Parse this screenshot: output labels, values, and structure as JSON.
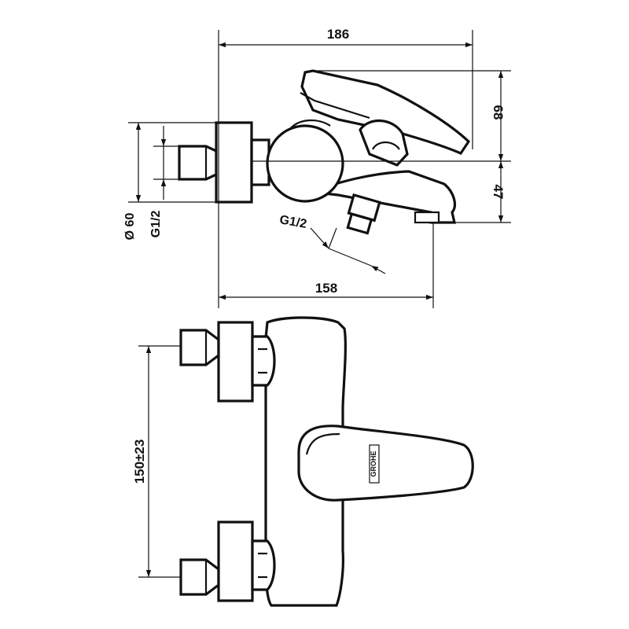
{
  "colors": {
    "line": "#111111",
    "background": "#ffffff"
  },
  "dimensions": {
    "top_width": "186",
    "bottom_width": "158",
    "height_upper": "68",
    "height_lower": "47",
    "diameter": "Ø 60",
    "thread_left": "G1/2",
    "thread_outlet": "G1/2",
    "spacing": "150±23"
  },
  "brand_mark": "GROHE"
}
